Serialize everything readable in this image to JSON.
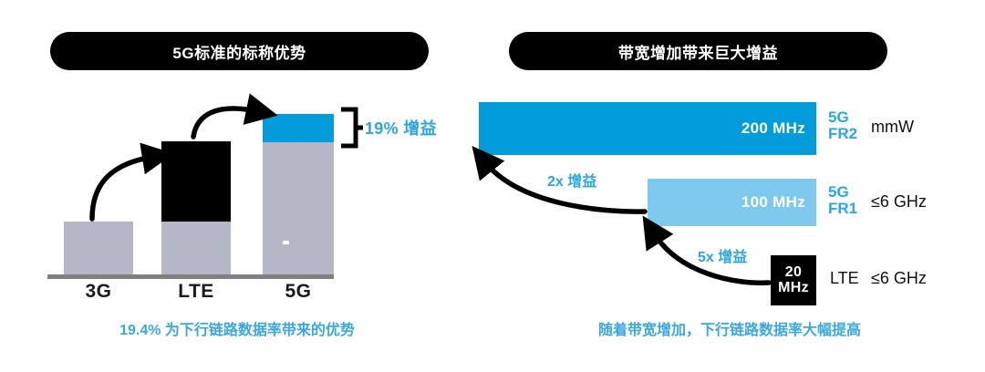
{
  "left_panel": {
    "title": "5G标准的标称优势",
    "caption": "19.4% 为下行链路数据率带来的优势",
    "gain_label": "19% 增益",
    "axis_labels": [
      "3G",
      "LTE",
      "5G"
    ]
  },
  "right_panel": {
    "title": "带宽增加带来巨大增益",
    "caption": "随着带宽增加，下行链路数据率大幅提高",
    "rows": [
      {
        "value": "200 MHz",
        "tech": "5G",
        "band": "FR2",
        "range": "mmW"
      },
      {
        "value": "100 MHz",
        "tech": "5G",
        "band": "FR1",
        "range": "≤6 GHz"
      },
      {
        "value_line1": "20",
        "value_line2": "MHz",
        "tech": "LTE",
        "range": "≤6 GHz"
      }
    ],
    "gain_2x": "2x 增益",
    "gain_5x": "5x 增益"
  },
  "colors": {
    "blue_dark": "#029CDB",
    "blue_light": "#7FC9EE",
    "blue_text": "#2BA6E0",
    "gray_bar": "#B4B8C6",
    "black": "#000000",
    "baseline_gray": "#808080"
  },
  "chart_data": [
    {
      "type": "bar",
      "title": "5G标准的标称优势",
      "categories": [
        "3G",
        "LTE",
        "5G"
      ],
      "series": [
        {
          "name": "base",
          "values": [
            58,
            146,
            177
          ],
          "unit": "relative-height-px",
          "color": "#B4B8C6"
        },
        {
          "name": "increment",
          "values": [
            0,
            88,
            30
          ],
          "unit": "relative-height-px",
          "color": "#000000"
        }
      ],
      "annotations": [
        "19% 增益",
        "19.4% 为下行链路数据率带来的优势"
      ],
      "xlabel": "",
      "ylabel": "",
      "grid": false,
      "legend": "none"
    },
    {
      "type": "bar",
      "title": "带宽增加带来巨大增益",
      "orientation": "horizontal",
      "categories": [
        "5G FR2 (mmW)",
        "5G FR1 (≤6 GHz)",
        "LTE (≤6 GHz)"
      ],
      "values": [
        200,
        100,
        20
      ],
      "value_labels": [
        "200 MHz",
        "100 MHz",
        "20 MHz"
      ],
      "unit": "MHz",
      "colors": [
        "#029CDB",
        "#7FC9EE",
        "#000000"
      ],
      "annotations": [
        "2x 增益",
        "5x 增益",
        "随着带宽增加，下行链路数据率大幅提高"
      ],
      "xlabel": "",
      "ylabel": "",
      "grid": false,
      "legend": "none"
    }
  ]
}
